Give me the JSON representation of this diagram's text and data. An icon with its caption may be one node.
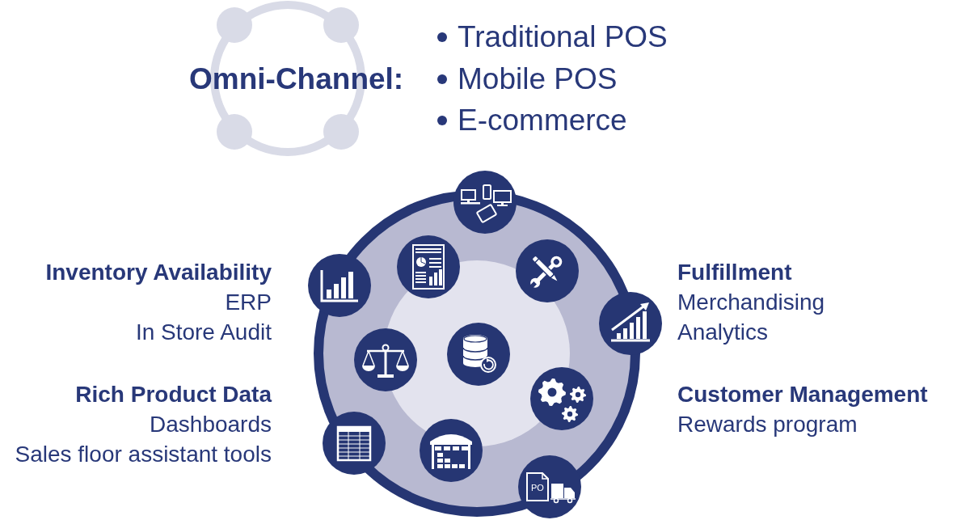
{
  "diagram": {
    "labels": [
      "Omni-Channel:",
      "Traditional POS",
      "Mobile POS",
      "E-commerce",
      "Inventory Availability",
      "ERP",
      "In Store Audit",
      "Fulfillment",
      "Merchandising",
      "Analytics",
      "Rich Product Data",
      "Dashboards",
      "Sales floor assistant tools",
      "Customer Management",
      "Rewards program",
      "PO"
    ]
  }
}
